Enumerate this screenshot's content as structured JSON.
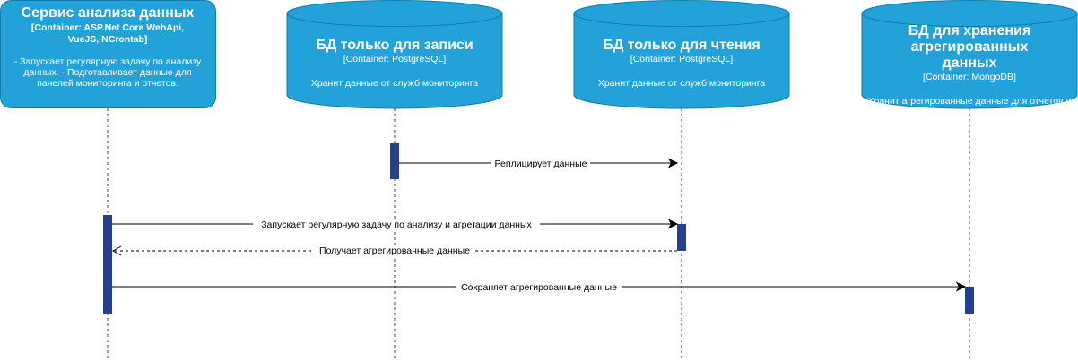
{
  "participants": [
    {
      "id": "service",
      "title": "Сервис анализа данных",
      "tech": "[Container: ASP.Net Core WebApi, VueJS, NCrontab]",
      "desc": "- Запускает регулярную задачу по анализу данных. - Подготавливает данные для панелей мониторинга и отчетов."
    },
    {
      "id": "write-db",
      "title": "БД только для записи",
      "tech": "[Container: PostgreSQL]",
      "desc": "Хранит данные от служб мониторинга"
    },
    {
      "id": "read-db",
      "title": "БД только для чтения",
      "tech": "[Container: PostgreSQL]",
      "desc": "Хранит данные от служб мониторинга"
    },
    {
      "id": "agg-db",
      "title": "БД для хранения агрегированных данных",
      "tech": "[Container: MongoDB]",
      "desc": "Хранит агрегированные данные для отчетов и мониторинговых панелей"
    }
  ],
  "messages": [
    {
      "from": "write-db",
      "to": "read-db",
      "label": "Реплицирует данные",
      "style": "solid"
    },
    {
      "from": "service",
      "to": "read-db",
      "label": "Запускает регулярную задачу по анализу и агрегации данных",
      "style": "solid"
    },
    {
      "from": "read-db",
      "to": "service",
      "label": "Получает агрегированные данные",
      "style": "dashed"
    },
    {
      "from": "service",
      "to": "agg-db",
      "label": "Сохраняет агрегированные данные",
      "style": "solid"
    }
  ],
  "colors": {
    "container_fill": "#23A2D9",
    "container_stroke": "#0E7DAD",
    "activation_fill": "#24418F",
    "lifeline": "#444444",
    "arrow": "#000000"
  }
}
